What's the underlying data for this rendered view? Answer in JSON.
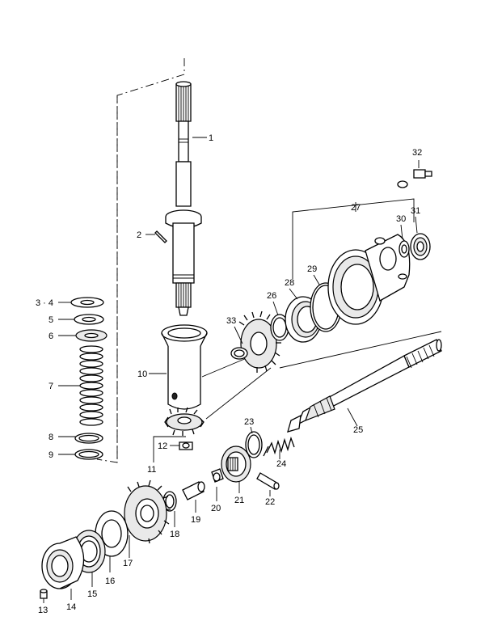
{
  "diagram": {
    "callouts": {
      "p1": "1",
      "p2": "2",
      "p3_4": "3 · 4",
      "p5": "5",
      "p6": "6",
      "p7": "7",
      "p8": "8",
      "p9": "9",
      "p10": "10",
      "p11": "11",
      "p12": "12",
      "p13": "13",
      "p14": "14",
      "p15": "15",
      "p16": "16",
      "p17": "17",
      "p18": "18",
      "p19": "19",
      "p20": "20",
      "p21": "21",
      "p22": "22",
      "p23": "23",
      "p24": "24",
      "p25": "25",
      "p26": "26",
      "p27": "27",
      "p28": "28",
      "p29": "29",
      "p30": "30",
      "p31": "31",
      "p32": "32",
      "p33": "33"
    }
  }
}
